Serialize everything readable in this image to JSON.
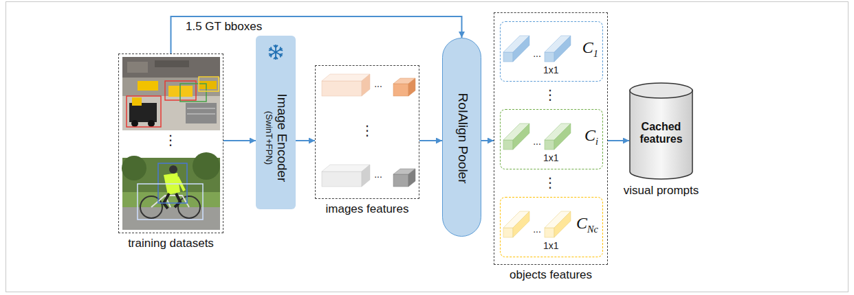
{
  "diagram": {
    "nodes": [
      {
        "text": [
          "training datasets"
        ]
      },
      {
        "text": [
          "Image Encoder",
          "(SwinT+FPN)"
        ]
      },
      {
        "text": [
          "images features"
        ]
      },
      {
        "text": [
          "RoIAlign Pooler"
        ]
      },
      {
        "text": [
          "objects features"
        ]
      },
      {
        "text": [
          "C1"
        ],
        "in": 4
      },
      {
        "text": [
          "Ci"
        ],
        "in": 4
      },
      {
        "text": [
          "CNc"
        ],
        "in": 4
      },
      {
        "text": [
          "Cached features",
          "visual prompts"
        ]
      }
    ],
    "edges": [
      {
        "from": 0,
        "to": 3,
        "arrow": "to",
        "label": "1.5 GT bboxes"
      },
      {
        "from": 0,
        "to": 1,
        "arrow": "to"
      },
      {
        "from": 1,
        "to": 2,
        "arrow": "to"
      },
      {
        "from": 2,
        "to": 3,
        "arrow": "to"
      },
      {
        "from": 3,
        "to": 4,
        "arrow": "to"
      },
      {
        "from": 4,
        "to": 8,
        "arrow": "to"
      }
    ],
    "labels": [
      "⋮",
      "...",
      "⋮",
      "...",
      "...",
      "1x1",
      "⋮",
      "...",
      "1x1",
      "⋮",
      "...",
      "1x1"
    ]
  }
}
